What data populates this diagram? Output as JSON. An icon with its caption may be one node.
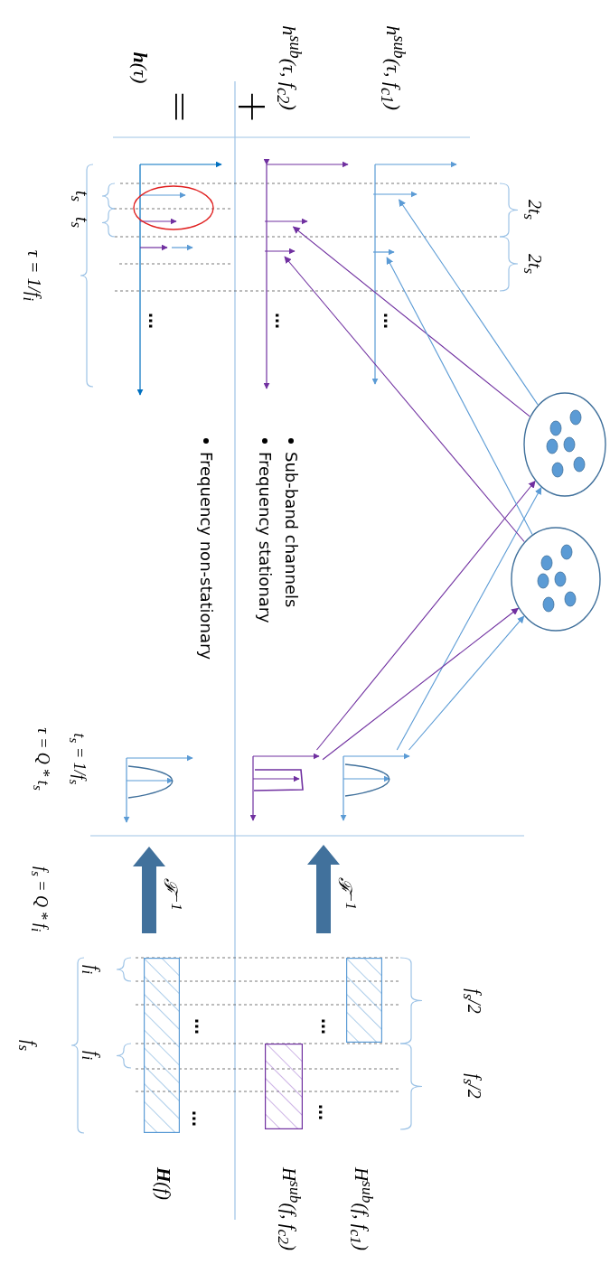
{
  "diagram": {
    "nodes": [
      {
        "text": [],
        "shape": "circle"
      },
      {
        "text": [],
        "shape": "circle"
      },
      {
        "text": [],
        "shape": "picture"
      },
      {
        "text": [],
        "shape": "picture"
      },
      {
        "text": [],
        "shape": "picture"
      },
      {
        "text": [],
        "shape": "arrow"
      },
      {
        "text": [],
        "shape": "arrow"
      },
      {
        "text": [],
        "shape": "arrow"
      },
      {
        "text": [],
        "shape": "arrow"
      },
      {
        "text": [],
        "shape": "box"
      },
      {
        "text": [],
        "shape": "box"
      },
      {
        "text": [],
        "shape": "box"
      }
    ],
    "edges": [
      {
        "from": 4,
        "to": 0,
        "arrow": "to",
        "color": "#5b9bd5"
      },
      {
        "from": 3,
        "to": 0,
        "arrow": "to",
        "color": "#7030a0"
      },
      {
        "from": 4,
        "to": 1,
        "arrow": "to",
        "color": "#5b9bd5"
      },
      {
        "from": 3,
        "to": 1,
        "arrow": "to",
        "color": "#7030a0"
      },
      {
        "from": 0,
        "to": 5,
        "arrow": "to",
        "color": "#5b9bd5"
      },
      {
        "from": 0,
        "to": 7,
        "arrow": "to",
        "color": "#7030a0"
      },
      {
        "from": 1,
        "to": 6,
        "arrow": "to",
        "color": "#5b9bd5"
      },
      {
        "from": 1,
        "to": 8,
        "arrow": "to",
        "color": "#7030a0"
      },
      {
        "from": 11,
        "to": 3,
        "arrow": "to",
        "label": "ℱ$^{−1}$",
        "style": "thick",
        "color": "#41719c"
      },
      {
        "from": 9,
        "to": 2,
        "arrow": "to",
        "label": "ℱ$^{−1}$",
        "style": "thick",
        "color": "#41719c"
      }
    ],
    "labels": [
      "h$^{sub}$(τ, f$_{c1}$)",
      "h$^{sub}$(τ, f$_{c2}$)",
      "**h**(τ)",
      "+",
      "=",
      "2t$_{s}$",
      "2t$_{s}$",
      "t$_{s}$",
      "t$_{s}$",
      "τ = 1/f$_{i}$",
      "…",
      "…",
      "…",
      "Sub-band channels",
      "Frequency stationary",
      "Frequency non-stationary",
      "t$_{s}$ = 1/f$_{s}$",
      "τ = Q * t$_{s}$",
      "f$_{s}$ = Q * f$_{i}$",
      "f$_{s}$/2",
      "f$_{s}$/2",
      "f$_{i}$",
      "f$_{i}$",
      "f$_{s}$",
      "…",
      "…",
      "…",
      "…",
      "H$^{sub}$(f, f$_{c1}$)",
      "H$^{sub}$(f, f$_{c2}$)",
      "**H**(f)"
    ]
  }
}
